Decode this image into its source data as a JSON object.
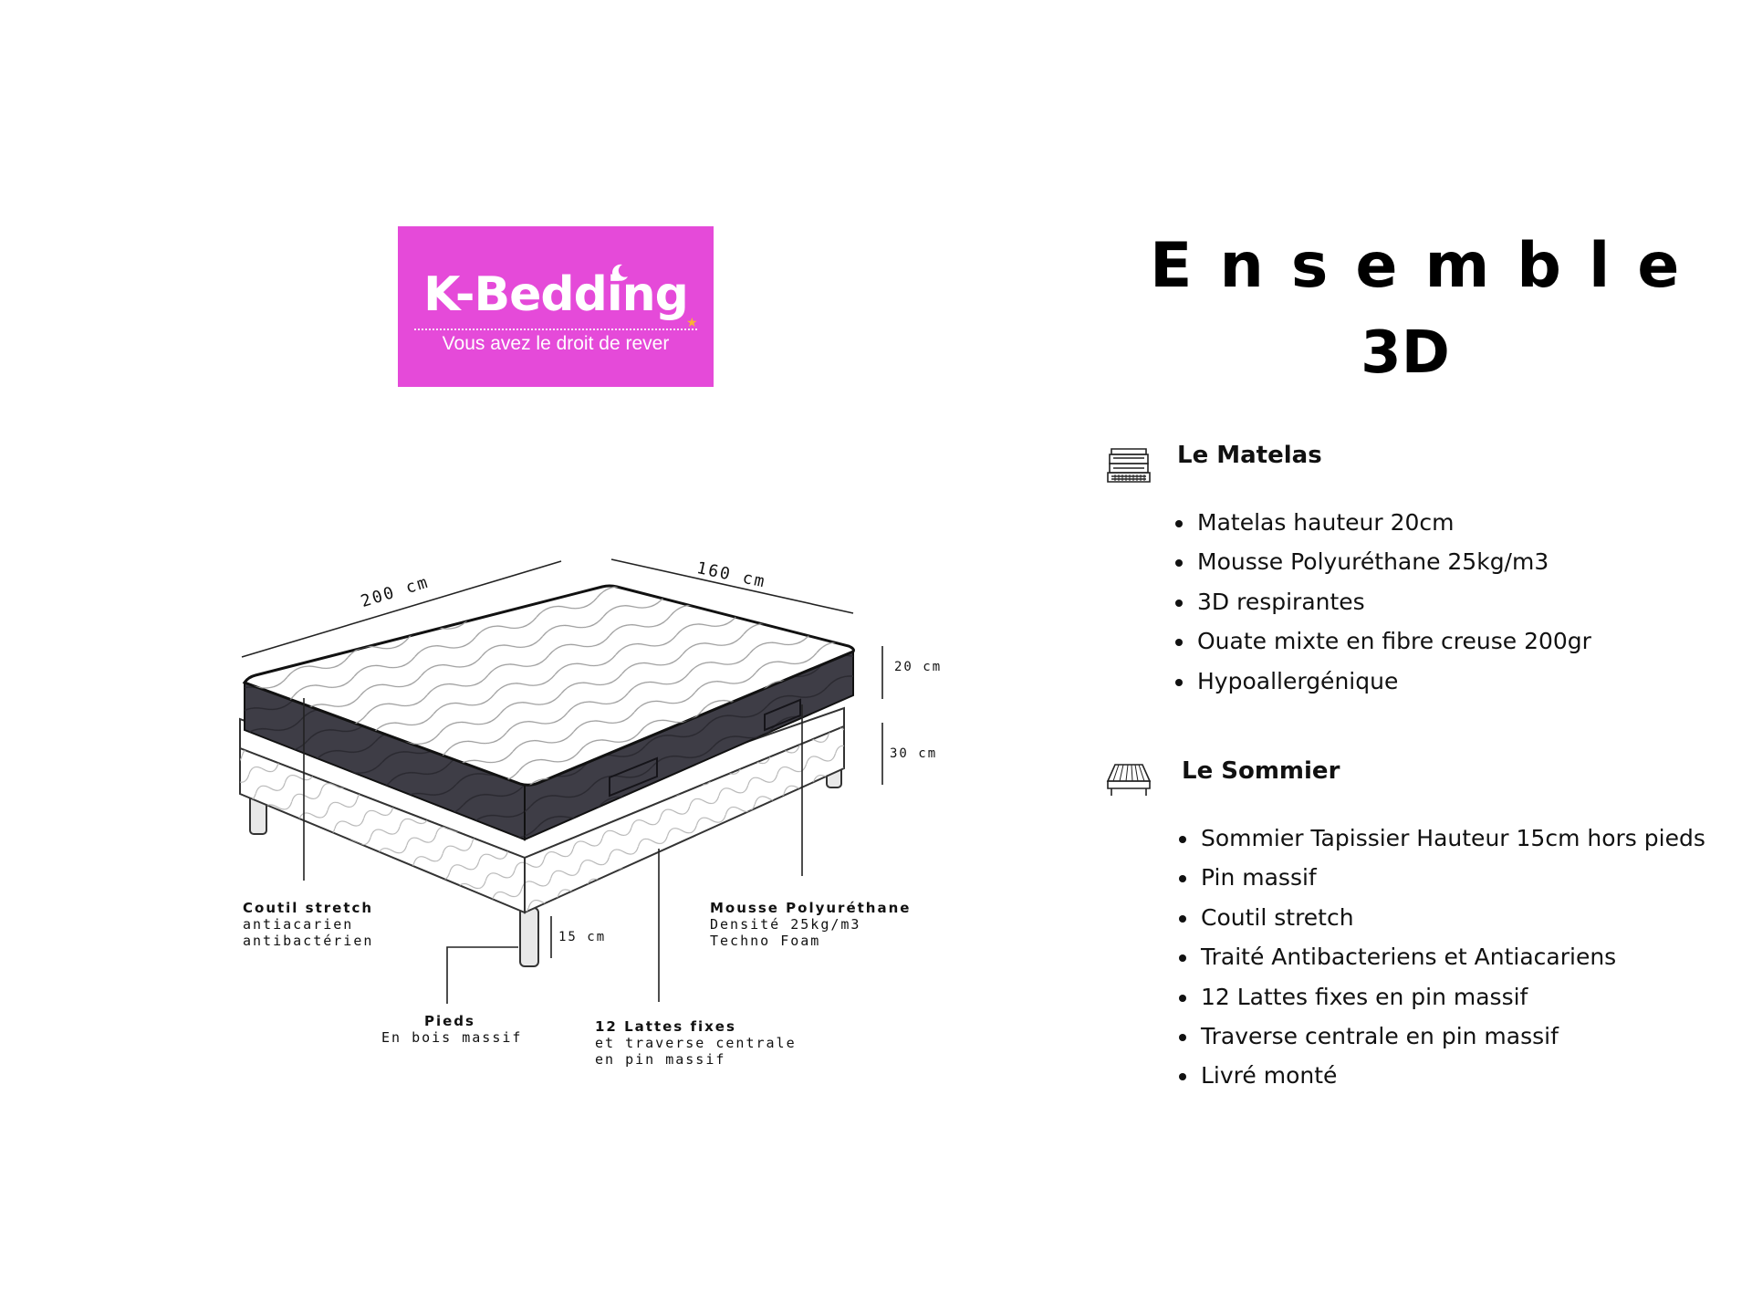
{
  "logo": {
    "brand": "K-Bedding",
    "tagline": "Vous avez le droit de rever",
    "background": "#e54ad9",
    "star_color": "#f9b233"
  },
  "title": {
    "line1": "Ensemble",
    "line2": "3D"
  },
  "matelas": {
    "icon": "mattress-icon",
    "title": "Le Matelas",
    "items": [
      "Matelas hauteur 20cm",
      "Mousse Polyuréthane 25kg/m3",
      "3D respirantes",
      "Ouate mixte en fibre creuse 200gr",
      "Hypoallergénique"
    ]
  },
  "sommier": {
    "icon": "bed-base-icon",
    "title": "Le Sommier",
    "items": [
      "Sommier Tapissier Hauteur 15cm hors pieds",
      "Pin massif",
      "Coutil stretch",
      "Traité Antibacteriens et Antiacariens",
      "12 Lattes fixes en pin massif",
      "Traverse centrale en pin massif",
      "Livré monté"
    ]
  },
  "diagram": {
    "dim_length": "200 cm",
    "dim_width": "160 cm",
    "dim_mattress_height": "20 cm",
    "dim_base_height": "30 cm",
    "dim_feet_height": "15 cm",
    "label_coutil": {
      "title": "Coutil stretch",
      "line1": "antiacarien",
      "line2": "antibactérien"
    },
    "label_mousse": {
      "title": "Mousse Polyuréthane",
      "line1": "Densité 25kg/m3",
      "line2": "Techno Foam"
    },
    "label_pieds": {
      "title": "Pieds",
      "line1": "En bois massif"
    },
    "label_lattes": {
      "title": "12 Lattes fixes",
      "line1": "et traverse centrale",
      "line2": "en pin massif"
    },
    "mattress_side_color": "#3e3d46"
  }
}
